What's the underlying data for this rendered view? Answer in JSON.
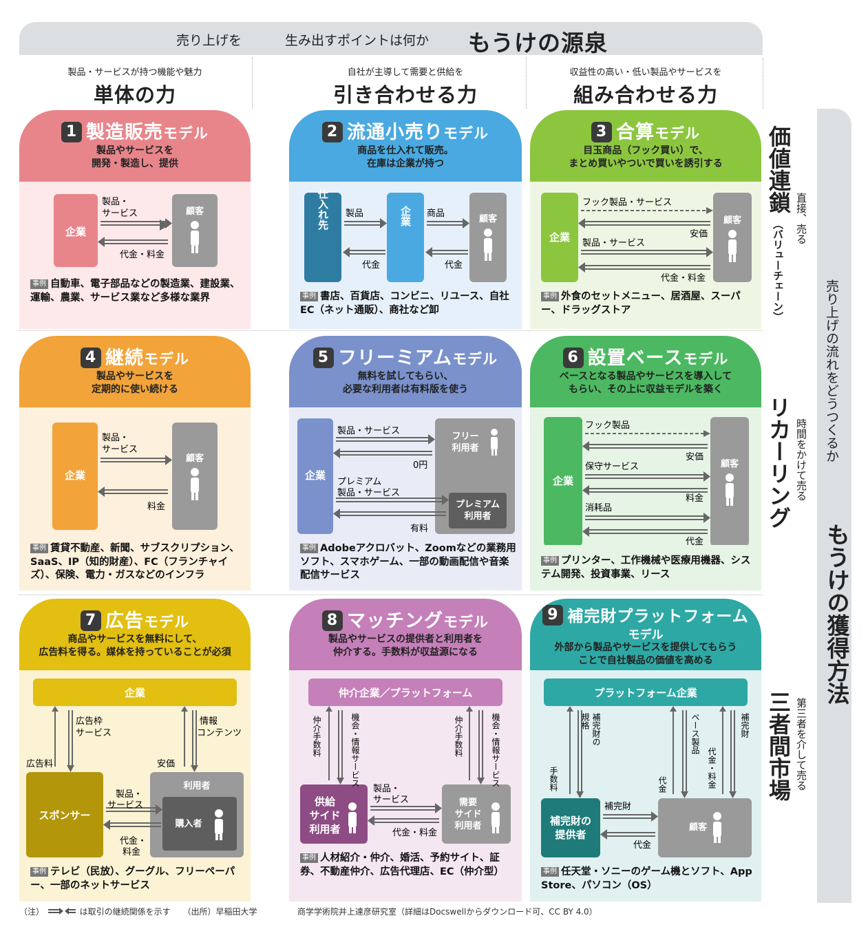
{
  "header": {
    "left": "売り上げを",
    "middle": "生み出すポイントは何か",
    "title": "もうけの源泉"
  },
  "columns": [
    {
      "sub": "製品・サービスが持つ機能や魅力",
      "main": "単体の力"
    },
    {
      "sub": "自社が主導して需要と供給を",
      "main": "引き合わせる力"
    },
    {
      "sub": "収益性の高い・低い製品やサービスを",
      "main": "組み合わせる力"
    }
  ],
  "rows": [
    {
      "main": "価値連鎖",
      "paren": "（バリューチェーン）",
      "sub": "直接、売る"
    },
    {
      "main": "リカーリング",
      "sub": "時間をかけて売る"
    },
    {
      "main": "三者間市場",
      "sub": "第三者を介して売る"
    }
  ],
  "sidebar": {
    "sub": "売り上げの流れをどうつくるか",
    "main": "もうけの獲得方法"
  },
  "example_tag": "事例",
  "colors": {
    "m1": "#e8858b",
    "m2": "#4aa9e0",
    "m3": "#8cc63f",
    "m4": "#f2a33a",
    "m5": "#7a91cc",
    "m6": "#4cb861",
    "m7": "#e2bf10",
    "m8": "#c57fb9",
    "m9": "#2ea8a5",
    "gray": "#9a9a9a",
    "darkgray": "#5e5e5e"
  },
  "models": [
    {
      "num": "1",
      "name": "製造販売",
      "suffix": "モデル",
      "desc": [
        "製品やサービスを",
        "開発・製造し、提供"
      ],
      "labels": {
        "company": "企業",
        "customer": "顧客",
        "product": "製品・",
        "product2": "サービス",
        "payment": "代金・料金"
      },
      "example": "自動車、電子部品などの製造業、建設業、運輸、農業、サービス業など多様な業界"
    },
    {
      "num": "2",
      "name": "流通小売り",
      "suffix": "モデル",
      "desc": [
        "商品を仕入れて販売。",
        "在庫は企業が持つ"
      ],
      "labels": {
        "supplier": "仕入れ先",
        "company": "企業",
        "customer": "顧客",
        "product": "製品",
        "goods": "商品",
        "pay1": "代金",
        "pay2": "代金"
      },
      "example": "書店、百貨店、コンビニ、リユース、自社EC（ネット通販）、商社など卸"
    },
    {
      "num": "3",
      "name": "合算",
      "suffix": "モデル",
      "desc": [
        "目玉商品（フック買い）で、",
        "まとめ買いやついで買いを誘引する"
      ],
      "labels": {
        "company": "企業",
        "customer": "顧客",
        "hook": "フック製品・サービス",
        "cheap": "安価",
        "product": "製品・サービス",
        "payment": "代金・料金"
      },
      "example": "外食のセットメニュー、居酒屋、スーパー、ドラッグストア"
    },
    {
      "num": "4",
      "name": "継続",
      "suffix": "モデル",
      "desc": [
        "製品やサービスを",
        "定期的に使い続ける"
      ],
      "labels": {
        "company": "企業",
        "customer": "顧客",
        "product": "製品・",
        "product2": "サービス",
        "fee": "料金"
      },
      "example": "賃貸不動産、新聞、サブスクリプション、SaaS、IP（知的財産）、FC（フランチャイズ）、保険、電力・ガスなどのインフラ"
    },
    {
      "num": "5",
      "name": "フリーミアム",
      "suffix": "モデル",
      "desc": [
        "無料を試してもらい、",
        "必要な利用者は有料版を使う"
      ],
      "labels": {
        "company": "企業",
        "free1": "フリー",
        "free2": "利用者",
        "product": "製品・サービス",
        "zero": "0円",
        "prem1": "プレミアム",
        "prem2": "製品・サービス",
        "premuser1": "プレミアム",
        "premuser2": "利用者",
        "paid": "有料"
      },
      "example": "Adobeアクロバット、Zoomなどの業務用ソフト、スマホゲーム、一部の動画配信や音楽配信サービス"
    },
    {
      "num": "6",
      "name": "設置ベース",
      "suffix": "モデル",
      "desc": [
        "ベースとなる製品やサービスを導入して",
        "もらい、その上に収益モデルを築く"
      ],
      "labels": {
        "company": "企業",
        "customer": "顧客",
        "hook": "フック製品",
        "cheap": "安価",
        "maint": "保守サービス",
        "fee": "料金",
        "consum": "消耗品",
        "payment": "代金"
      },
      "example": "プリンター、工作機械や医療用機器、システム開発、投資事業、リース"
    },
    {
      "num": "7",
      "name": "広告",
      "suffix": "モデル",
      "desc": [
        "商品やサービスを無料にして、",
        "広告料を得る。媒体を持っていることが必須"
      ],
      "labels": {
        "company": "企業",
        "adslot1": "広告枠",
        "adslot2": "サービス",
        "info1": "情報",
        "info2": "コンテンツ",
        "adfee": "広告料",
        "cheap": "安価",
        "sponsor": "スポンサー",
        "users": "利用者",
        "buyer": "購入者",
        "product1": "製品・",
        "product2": "サービス",
        "pay1": "代金・",
        "pay2": "料金"
      },
      "example": "テレビ（民放）、グーグル、フリーペーパー、一部のネットサービス"
    },
    {
      "num": "8",
      "name": "マッチング",
      "suffix": "モデル",
      "desc": [
        "製品やサービスの提供者と利用者を",
        "仲介する。手数料が収益源になる"
      ],
      "labels": {
        "platform": "仲介企業／プラットフォーム",
        "opp": "機会・情報サービス",
        "fee": "仲介手数料",
        "supply1": "供給",
        "supply2": "サイド",
        "supply3": "利用者",
        "demand1": "需要",
        "demand2": "サイド",
        "demand3": "利用者",
        "product1": "製品・",
        "product2": "サービス",
        "payment": "代金・料金"
      },
      "example": "人材紹介・仲介、婚活、予約サイト、証券、不動産仲介、広告代理店、EC（仲介型）"
    },
    {
      "num": "9",
      "name": "補完財プラットフォーム",
      "suffix": "モデル",
      "desc": [
        "外部から製品やサービスを提供してもらう",
        "ことで自社製品の価値を高める"
      ],
      "labels": {
        "platform": "プラットフォーム企業",
        "spec": "規格",
        "comp_info": "補完財の",
        "fee": "手数料",
        "base": "ベース製品",
        "pay": "代金",
        "paid": "代金・料金",
        "comp": "補完財",
        "provider1": "補完財の",
        "provider2": "提供者",
        "customer": "顧客",
        "comp2": "補完財",
        "pay2": "代金"
      },
      "example": "任天堂・ソニーのゲーム機とソフト、App Store、パソコン（OS）"
    }
  ],
  "footer": {
    "note": "（注）",
    "note2": "は取引の継続関係を示す",
    "source": "（出所）早稲田大学",
    "credit": "商学学術院井上達彦研究室（詳細はDocswellからダウンロード可、CC BY 4.0）"
  }
}
